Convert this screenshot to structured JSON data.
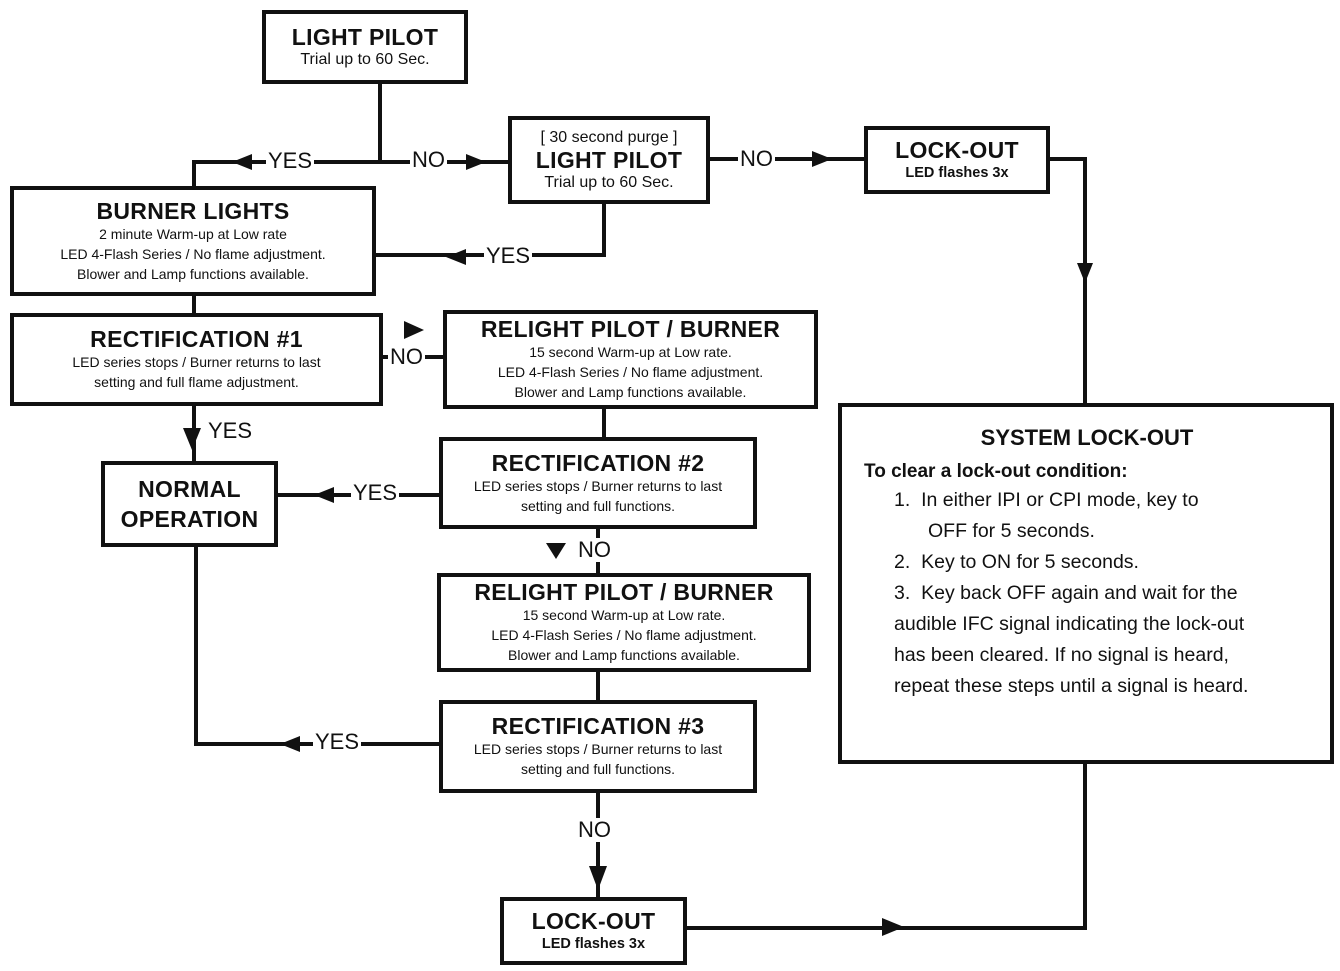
{
  "nodes": {
    "light_pilot_1": {
      "title": "LIGHT PILOT",
      "lines": [
        "Trial up to 60 Sec."
      ]
    },
    "light_pilot_2": {
      "pre": "[ 30 second purge ]",
      "title": "LIGHT PILOT",
      "lines": [
        "Trial up to 60 Sec."
      ]
    },
    "lockout_1": {
      "title": "LOCK-OUT",
      "sub": "LED flashes 3x"
    },
    "burner_lights": {
      "title": "BURNER LIGHTS",
      "lines": [
        "2 minute Warm-up at Low rate",
        "LED 4-Flash Series / No flame adjustment.",
        "Blower and Lamp functions available."
      ]
    },
    "rectification_1": {
      "title": "RECTIFICATION #1",
      "lines": [
        "LED series stops / Burner returns to last",
        "setting and full flame adjustment."
      ]
    },
    "relight_1": {
      "title": "RELIGHT PILOT / BURNER",
      "lines": [
        "15 second Warm-up at Low rate.",
        "LED 4-Flash Series / No flame adjustment.",
        "Blower and Lamp functions available."
      ]
    },
    "normal_operation": {
      "title_1": "NORMAL",
      "title_2": "OPERATION"
    },
    "rectification_2": {
      "title": "RECTIFICATION #2",
      "lines": [
        "LED series stops / Burner returns to last",
        "setting and full functions."
      ]
    },
    "relight_2": {
      "title": "RELIGHT PILOT / BURNER",
      "lines": [
        "15 second Warm-up at Low rate.",
        "LED 4-Flash Series / No flame adjustment.",
        "Blower and Lamp functions available."
      ]
    },
    "rectification_3": {
      "title": "RECTIFICATION #3",
      "lines": [
        "LED series stops / Burner returns to last",
        "setting and full functions."
      ]
    },
    "lockout_2": {
      "title": "LOCK-OUT",
      "sub": "LED flashes 3x"
    },
    "system_lockout": {
      "title": "SYSTEM LOCK-OUT",
      "subtitle": "To clear a lock-out condition:",
      "steps": [
        {
          "n": "1.",
          "lines": [
            "In either IPI or CPI mode, key to",
            "OFF for 5 seconds."
          ]
        },
        {
          "n": "2.",
          "lines": [
            "Key to ON for 5 seconds."
          ]
        },
        {
          "n": "3.",
          "lines": [
            "Key back OFF again and wait for the",
            "audible IFC signal indicating the lock-out",
            "has been cleared. If no signal is heard,",
            "repeat these steps until a signal is heard."
          ]
        }
      ]
    }
  },
  "labels": {
    "yes": "YES",
    "no": "NO"
  }
}
